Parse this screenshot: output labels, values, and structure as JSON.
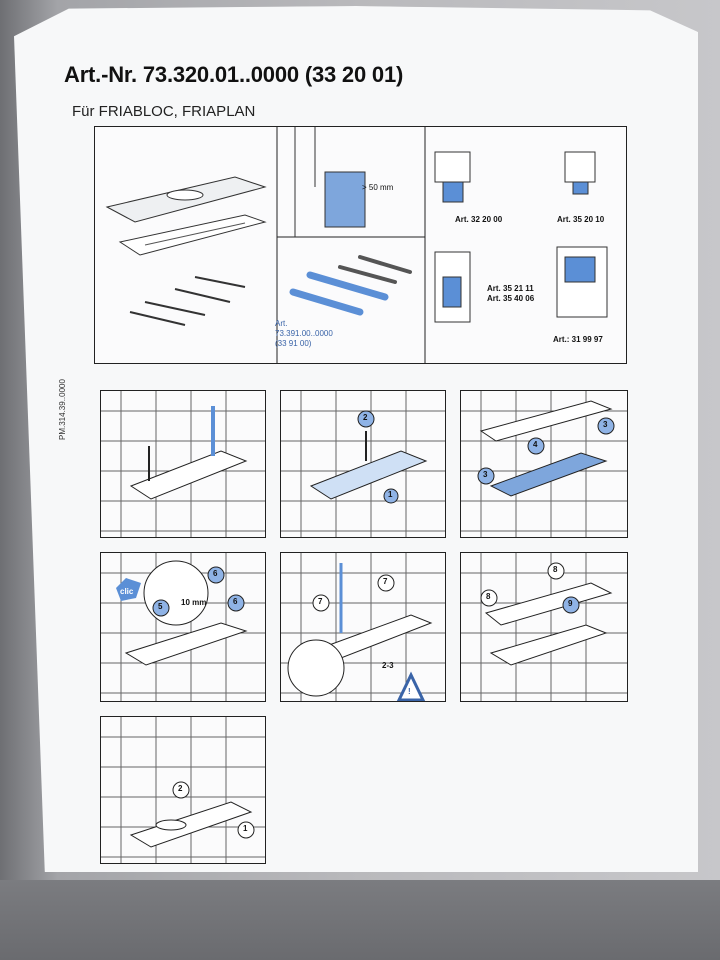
{
  "header": {
    "title": "Art.-Nr. 73.320.01..0000 (33 20 01)",
    "subtitle": "Für FRIABLOC, FRIAPLAN"
  },
  "side_code": "PM.314.39..0000",
  "overview": {
    "dimension": "> 50 mm",
    "extension_art": [
      "Art.",
      "73.391.00..0000",
      "(33 91 00)"
    ],
    "frames": [
      "Art. 32 20 00",
      "Art. 35 20 10",
      "Art. 35 21 11",
      "Art. 35 40 06",
      "Art.: 31 99 97"
    ]
  },
  "steps": {
    "callouts": [
      "1",
      "2",
      "3",
      "4",
      "5",
      "6",
      "7",
      "8",
      "9"
    ],
    "clic": "clic",
    "ten_mm": "10 mm",
    "gap": "2-3",
    "warning": "!"
  },
  "colors": {
    "accent_blue": "#5b8fd6",
    "line": "#222222"
  }
}
